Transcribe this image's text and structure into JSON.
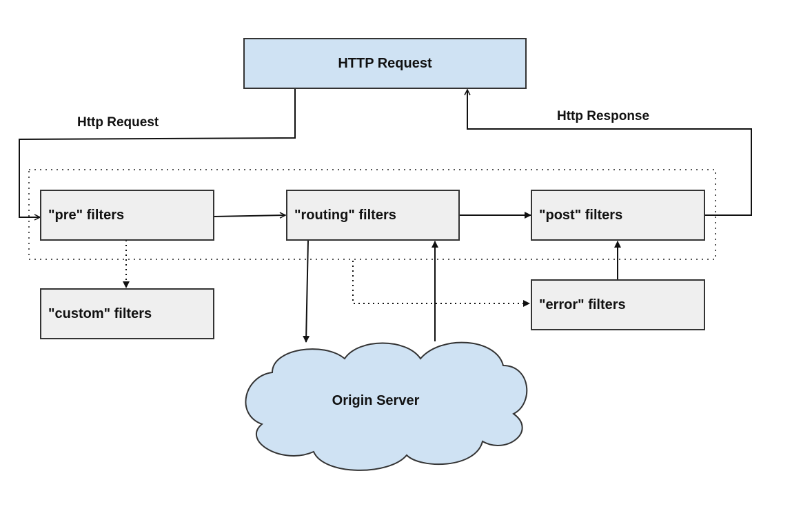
{
  "nodes": {
    "http_request": "HTTP Request",
    "pre_filters": "\"pre\" filters",
    "routing_filters": "\"routing\" filters",
    "post_filters": "\"post\" filters",
    "custom_filters": "\"custom\" filters",
    "error_filters": "\"error\" filters",
    "origin_server": "Origin Server"
  },
  "edges": {
    "request_label": "Http Request",
    "response_label": "Http Response"
  },
  "colors": {
    "request_fill": "#cfe2f3",
    "filter_fill": "#efefef",
    "cloud_fill": "#cfe2f3",
    "stroke": "#333333"
  }
}
